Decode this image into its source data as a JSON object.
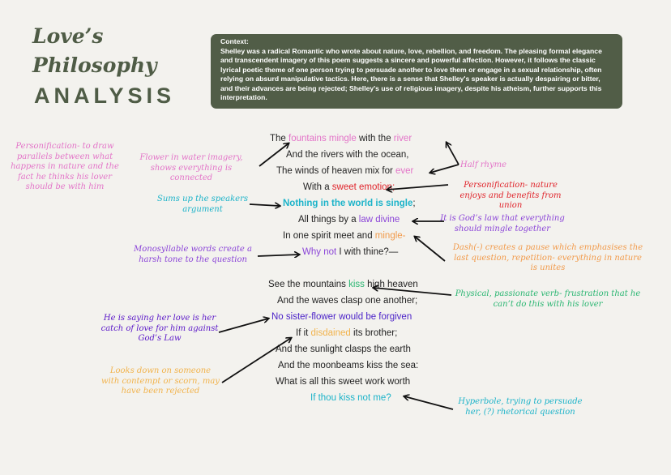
{
  "title": {
    "line1": "Love’s",
    "line2": "Philosophy",
    "line3": "ANALYSIS"
  },
  "context": {
    "heading": "Context:",
    "body": "Shelley was a radical Romantic who wrote about nature, love, rebellion, and freedom. The pleasing formal elegance and transcendent imagery of this poem suggests a sincere and powerful affection. However, it follows the classic lyrical poetic theme of one person trying to persuade another to love them or engage in a sexual relationship, often relying on absurd manipulative tactics. Here, there is a sense that Shelley's speaker is actually despairing or bitter, and their advances are being rejected; Shelley's use of religious imagery, despite his atheism, further supports this interpretation."
  },
  "poem": {
    "l1": {
      "a": "The ",
      "b": "fountains mingle",
      "c": " with the ",
      "d": "river"
    },
    "l2": "And the rivers with the ocean,",
    "l3": {
      "a": "The winds of heaven mix for ",
      "b": "ever"
    },
    "l4": {
      "a": "With a ",
      "b": "sweet emotion;"
    },
    "l5": {
      "a": "Nothing in the world is single",
      "b": ";"
    },
    "l6": {
      "a": "All things by a ",
      "b": "law divine"
    },
    "l7": {
      "a": "In one spirit meet and ",
      "b": "mingle-"
    },
    "l8": {
      "a": "Why not",
      "b": " I with thine?—"
    },
    "l9": {
      "a": "See the mountains ",
      "b": "kiss",
      "c": " high heaven"
    },
    "l10": "And the waves clasp one another;",
    "l11": "No sister-flower would be forgiven",
    "l12": {
      "a": "If it ",
      "b": "disdained",
      "c": " its brother;"
    },
    "l13": "And the sunlight clasps the earth",
    "l14": "And the moonbeams kiss the sea:",
    "l15": "What is all this sweet work worth",
    "l16": "If thou kiss not me?"
  },
  "notes": {
    "personification_draw": "Personification- to draw parallels between what happens in nature and the fact he thinks his lover should be with him",
    "flower_water": "Flower in water imagery, shows everything is connected",
    "half_rhyme": "Half rhyme",
    "personification_nature": "Personification- nature enjoys and benefits from union",
    "sums_up": "Sums up the speakers argument",
    "gods_law": "It is God’s law that everything should mingle together",
    "monosyllable": "Monosyllable words create a harsh tone to the question",
    "dash": "Dash(-) creates a pause which emphasises the last question, repetition- everything in nature is unites",
    "physical": "Physical, passionate verb- frustration that he can’t do this with his lover",
    "sister_flower": "He is saying her love is her catch of love for him against God’s Law",
    "looks_down": "Looks down on someone with contempt or scorn, may have been rejected",
    "hyperbole": "Hyperbole, trying to persuade her, (?) rhetorical question"
  },
  "colors": {
    "background": "#f3f2ee",
    "title": "#4f5c46",
    "context_bg": "#515d47",
    "pink": "#e374c8",
    "red": "#e0242b",
    "cyan": "#1bb3c9",
    "purple": "#8b45d8",
    "orange": "#f29a4a",
    "green": "#2bb672",
    "dark_purple": "#4b22c8",
    "yellow": "#f2b34c"
  }
}
